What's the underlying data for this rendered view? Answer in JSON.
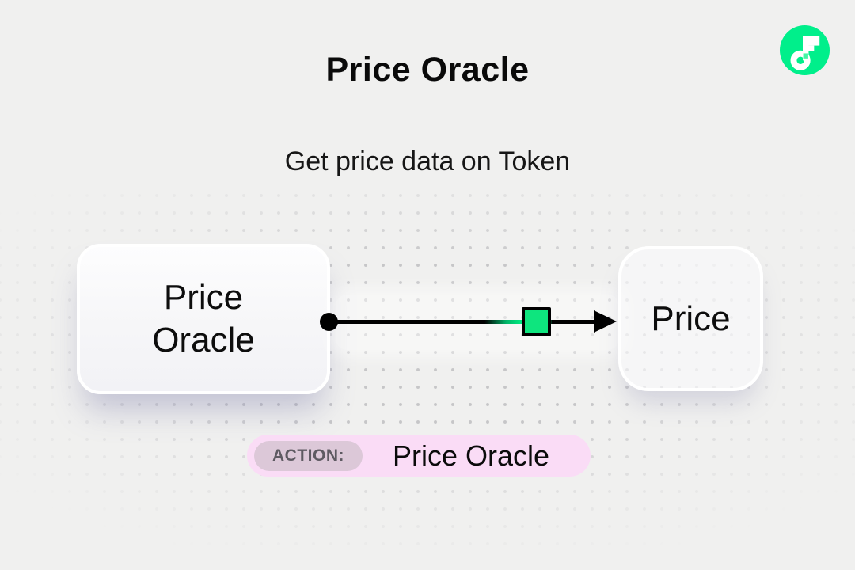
{
  "header": {
    "title": "Price Oracle",
    "subtitle": "Get price data on Token"
  },
  "logo": {
    "name": "Flow logo",
    "brand_color": "#00EF8B"
  },
  "diagram": {
    "source_node": {
      "label": [
        "Price",
        "Oracle"
      ]
    },
    "target_node": {
      "label": "Price"
    },
    "connector": {
      "line_color": "#000000",
      "marker_color": "#0EE57E"
    }
  },
  "action_badge": {
    "label": "ACTION:",
    "value": "Price Oracle",
    "badge_bg": "#FADCF6",
    "label_bg": "#DCC8D8",
    "label_color": "#5E5A62"
  },
  "colors": {
    "background": "#F0F0EF",
    "dot": "#C6C6C8",
    "node_border": "#FFFFFF"
  }
}
